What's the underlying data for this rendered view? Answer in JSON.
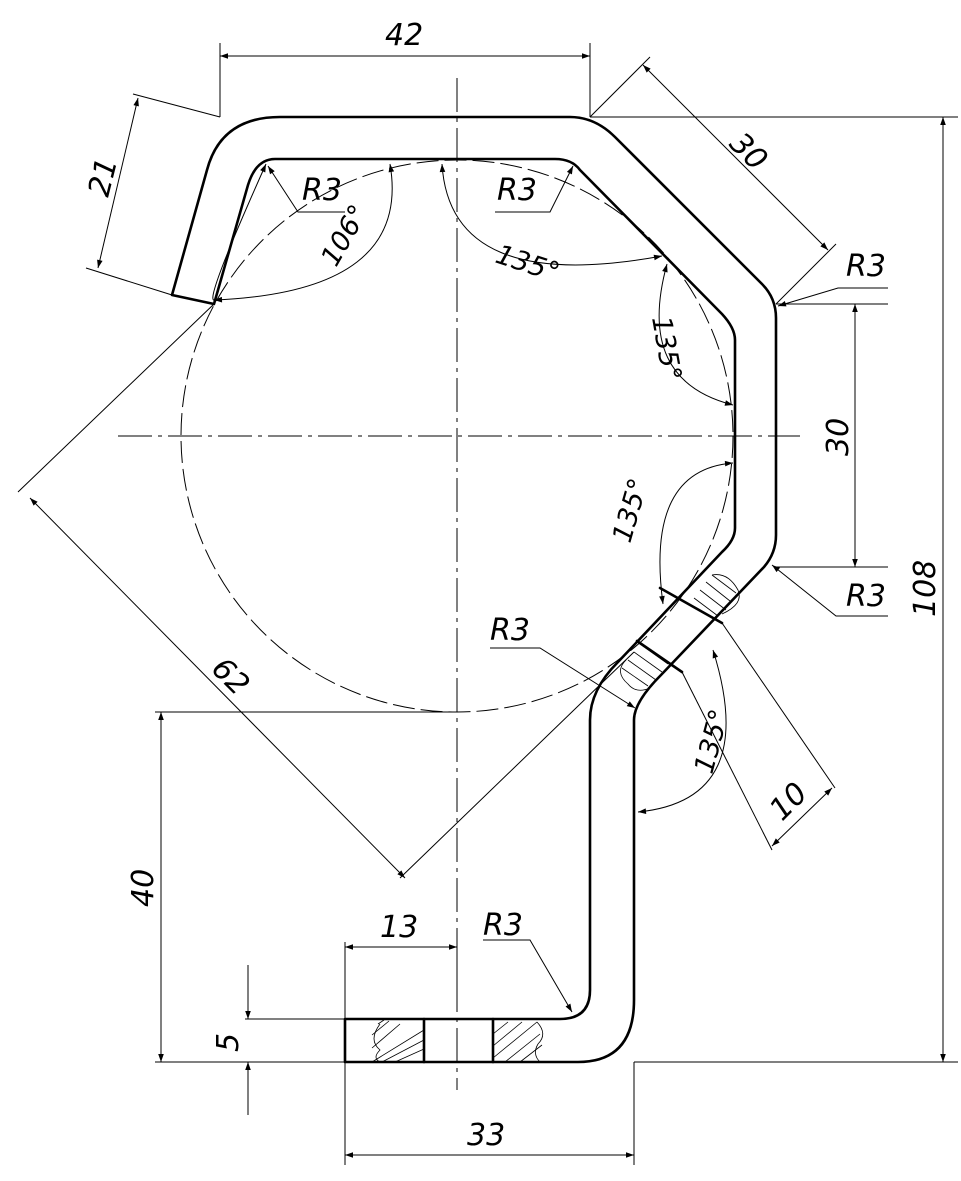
{
  "drawing": {
    "dimensions": {
      "top_width": "42",
      "upper_left_arm": "21",
      "upper_diagonal": "30",
      "right_vertical": "30",
      "total_height": "108",
      "diagonal_large": "62",
      "lower_height": "40",
      "bottom_offset": "13",
      "bottom_width": "33",
      "thickness": "5",
      "diagonal_thickness": "10"
    },
    "radii": {
      "top_left": "R3",
      "top_middle": "R3",
      "right_upper": "R3",
      "right_lower": "R3",
      "middle_left": "R3",
      "bottom": "R3"
    },
    "angles": {
      "left_angle": "106°",
      "top_angle": "135°",
      "right_upper_angle": "135°",
      "right_lower_angle": "135°",
      "lower_angle": "135°"
    }
  }
}
